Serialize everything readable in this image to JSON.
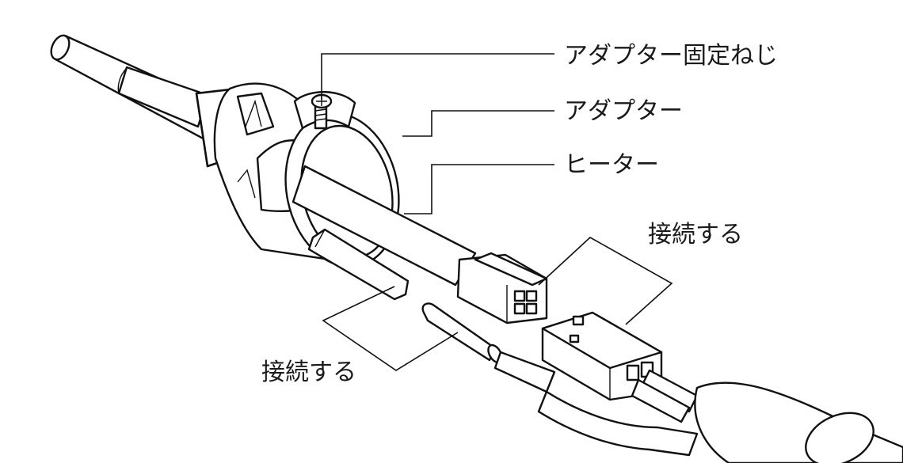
{
  "callouts": {
    "adapter_screw": "アダプター固定ねじ",
    "adapter": "アダプター",
    "heater": "ヒーター",
    "connect_upper": "接続する",
    "connect_lower": "接続する"
  }
}
